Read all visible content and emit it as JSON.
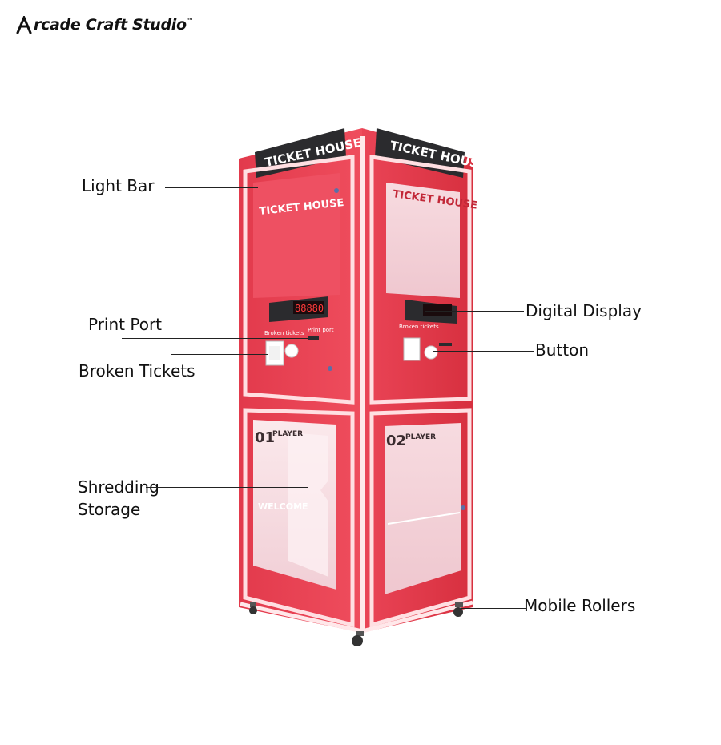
{
  "brand": {
    "name": "Arcade Craft Studio",
    "mark": "A",
    "rest": "rcade Craft Studio",
    "trademark": "™"
  },
  "machine_text": {
    "header": "TICKET HOUSE",
    "broken_tickets": "Broken tickets",
    "print_port": "Print port",
    "display_digits": "88880",
    "player1_num": "01",
    "player1_word": "PLAYER",
    "player2_num": "02",
    "player2_word": "PLAYER",
    "welcome": "WELCOME"
  },
  "callouts": {
    "light_bar": "Light Bar",
    "print_port": "Print Port",
    "broken_tickets": "Broken Tickets",
    "shredding_storage_line1": "Shredding",
    "shredding_storage_line2": "Storage",
    "digital_display": "Digital Display",
    "button": "Button",
    "mobile_rollers": "Mobile Rollers"
  },
  "colors": {
    "cabinet_red": "#e8394a",
    "cabinet_dark": "#c42236",
    "led_glow": "#ffd9dc",
    "header_dark": "#2b2b2e",
    "glass": "#f4e2e6"
  }
}
